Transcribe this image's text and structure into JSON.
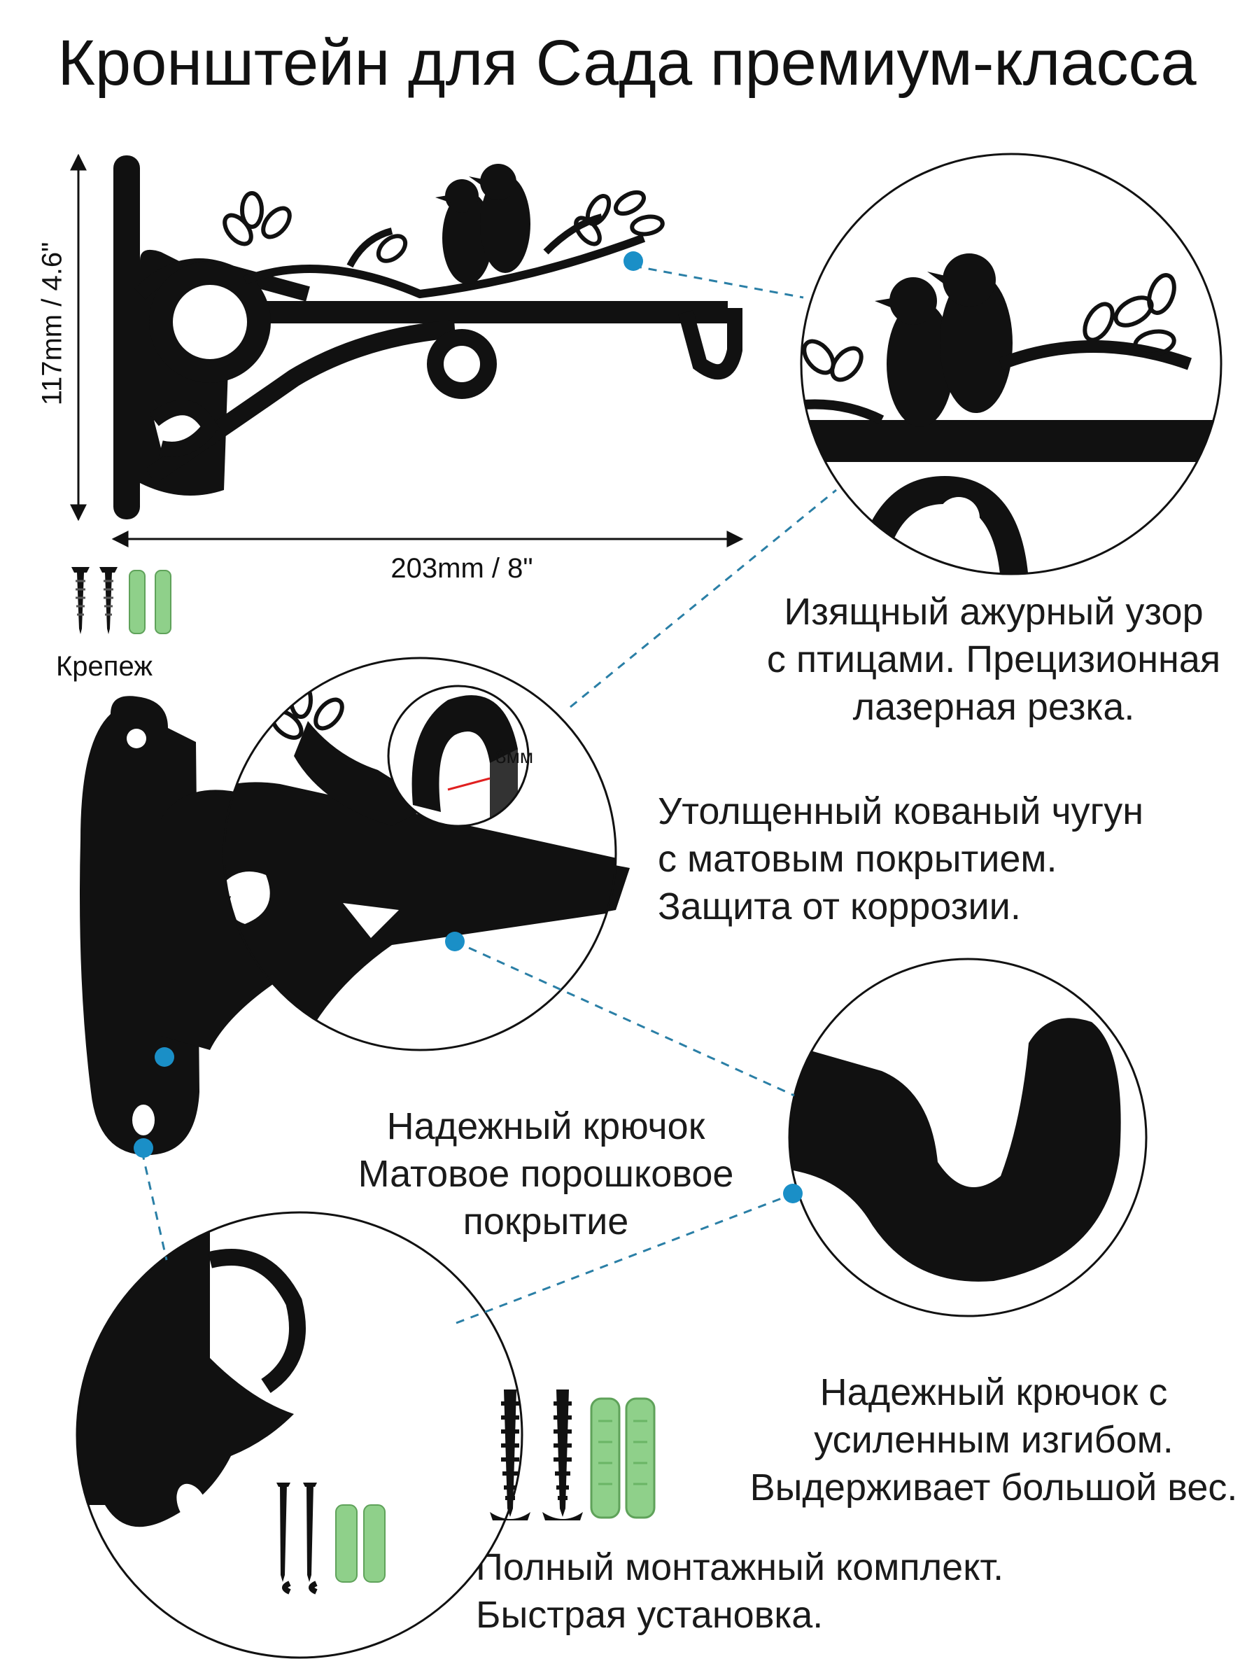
{
  "title": "Кронштейн для Сада премиум-класса",
  "dimensions": {
    "height": "117mm / 4.6\"",
    "width": "203mm / 8\""
  },
  "hardware_label": "Крепеж",
  "thickness_label": "8мм",
  "features": {
    "birds": [
      "Изящный ажурный узор",
      "с птицами. Прецизионная",
      "лазерная резка."
    ],
    "iron": [
      "Утолщенный кованый чугун",
      "с матовым покрытием.",
      "Защита от коррозии."
    ],
    "hook_coating": [
      "Надежный крючок",
      "Матовое порошковое",
      "покрытие"
    ],
    "hook_bend": [
      "Надежный крючок с",
      "усиленным изгибом.",
      "Выдерживает большой вес."
    ],
    "kit": [
      "Полный монтажный комплект.",
      "Быстрая установка."
    ]
  },
  "colors": {
    "metal": "#111111",
    "accent_dot": "#1a8fc7",
    "leader_line": "#2a7fa6",
    "anchor_green": "#8fd08a"
  }
}
